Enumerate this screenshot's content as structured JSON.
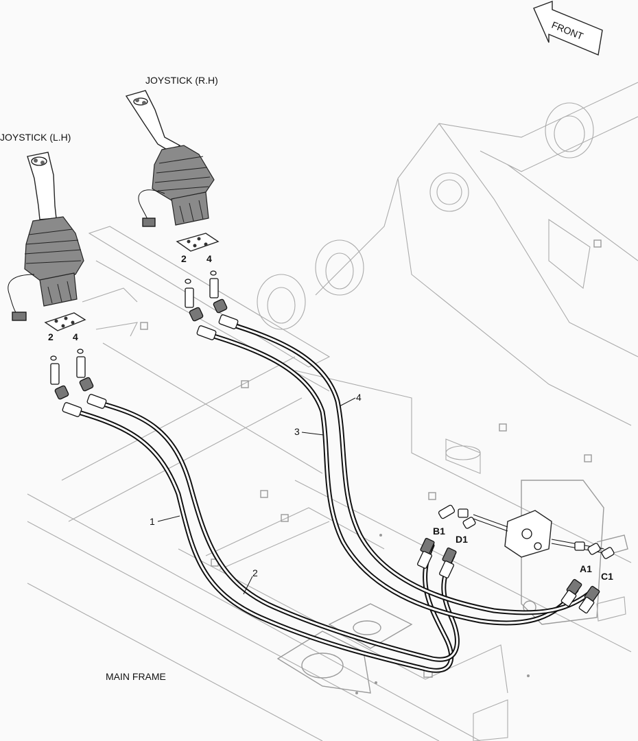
{
  "labels": {
    "front": "FRONT",
    "joystick_rh": "JOYSTICK (R.H)",
    "joystick_lh": "JOYSTICK (L.H)",
    "main_frame": "MAIN FRAME"
  },
  "callouts": {
    "lh_part_a": "2",
    "lh_part_b": "4",
    "rh_part_a": "2",
    "rh_part_b": "4",
    "hose_1": "1",
    "hose_2": "2",
    "hose_3": "3",
    "hose_4": "4"
  },
  "ports": {
    "b1": "B1",
    "d1": "D1",
    "a1": "A1",
    "c1": "C1"
  }
}
